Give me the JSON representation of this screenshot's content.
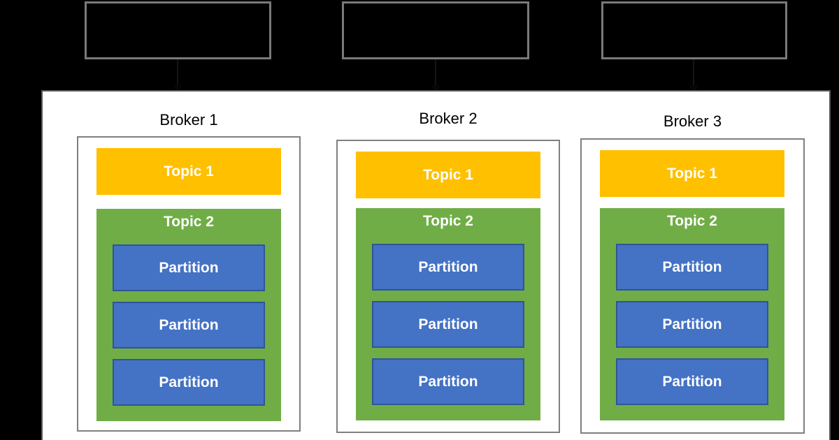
{
  "colors": {
    "background": "#000000",
    "cluster_fill": "#ffffff",
    "cluster_border": "#595959",
    "top_box_border": "#7a7a7a",
    "broker_border": "#7f7f7f",
    "topic1_fill": "#ffc000",
    "topic2_fill": "#70ad47",
    "partition_fill": "#4472c4",
    "partition_border": "#2f5597",
    "bar_text": "#ffffff",
    "title_text": "#000000"
  },
  "brokers": [
    {
      "title": "Broker 1",
      "topic1": "Topic 1",
      "topic2": "Topic 2",
      "partitions": [
        "Partition",
        "Partition",
        "Partition"
      ]
    },
    {
      "title": "Broker 2",
      "topic1": "Topic 1",
      "topic2": "Topic 2",
      "partitions": [
        "Partition",
        "Partition",
        "Partition"
      ]
    },
    {
      "title": "Broker 3",
      "topic1": "Topic 1",
      "topic2": "Topic 2",
      "partitions": [
        "Partition",
        "Partition",
        "Partition"
      ]
    }
  ]
}
